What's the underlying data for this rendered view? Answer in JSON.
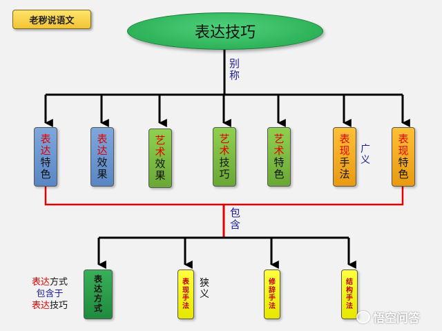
{
  "badge": {
    "text": "老秽说语文"
  },
  "root": {
    "text": "表达技巧"
  },
  "edge_label_top": [
    "别",
    "称"
  ],
  "edge_label_mid": [
    "包",
    "含"
  ],
  "side_label_broad": [
    "广",
    "义"
  ],
  "side_label_narrow": [
    "狭",
    "义"
  ],
  "top_nodes": [
    {
      "line1": "表",
      "line2": "达",
      "line3": "特",
      "line4": "色"
    },
    {
      "line1": "表",
      "line2": "达",
      "line3": "效",
      "line4": "果"
    },
    {
      "line1": "艺",
      "line2": "术",
      "line3": "效",
      "line4": "果"
    },
    {
      "line1": "艺",
      "line2": "术",
      "line3": "技",
      "line4": "巧"
    },
    {
      "line1": "艺",
      "line2": "术",
      "line3": "特",
      "line4": "色"
    },
    {
      "line1": "表",
      "line2": "现",
      "line3": "手",
      "line4": "法"
    },
    {
      "line1": "表",
      "line2": "现",
      "line3": "特",
      "line4": "色"
    }
  ],
  "bottom_nodes": [
    {
      "chars": [
        "表",
        "达",
        "方",
        "式"
      ]
    },
    {
      "chars": [
        "表",
        "现",
        "手",
        "法"
      ]
    },
    {
      "chars": [
        "修",
        "辞",
        "手",
        "法"
      ]
    },
    {
      "chars": [
        "结",
        "构",
        "手",
        "法"
      ]
    }
  ],
  "note": {
    "line1_red": "表达",
    "line1_black": "方式",
    "line2": "包含于",
    "line3_red": "表达",
    "line3_black": "技巧"
  },
  "watermark": {
    "text": "悟空问答"
  }
}
